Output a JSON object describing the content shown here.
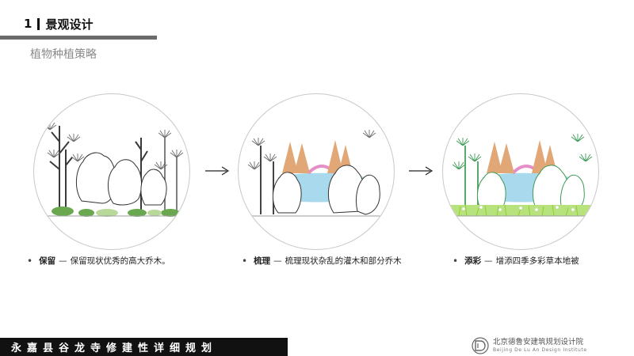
{
  "header": {
    "section_number": "1",
    "section_title": "景观设计",
    "subtitle": "植物种植策略"
  },
  "strategies": [
    {
      "term": "保留",
      "description": "保留现状优秀的高大乔木。"
    },
    {
      "term": "梳理",
      "description": "梳理现状杂乱的灌木和部分乔木"
    },
    {
      "term": "添彩",
      "description": "增添四季多彩草本地被"
    }
  ],
  "separator": "—",
  "footer": {
    "project_title": "永嘉县谷龙寺修建性详细规划",
    "institute_cn": "北京德鲁安建筑规划设计院",
    "institute_en": "Beijing De Lu An Design Institute"
  },
  "icons": {
    "bullet": "•",
    "arrow": "arrow-right-icon",
    "logo": "institute-logo-icon"
  },
  "colors": {
    "header_rule": "#6b6b6b",
    "footer_bar": "#111111",
    "water": "#a9d9ec",
    "bridge": "#e58fc7",
    "conifer_orange": "#e2a777",
    "foliage_green": "#5aa86a",
    "grass_green": "#8ccf3a"
  }
}
